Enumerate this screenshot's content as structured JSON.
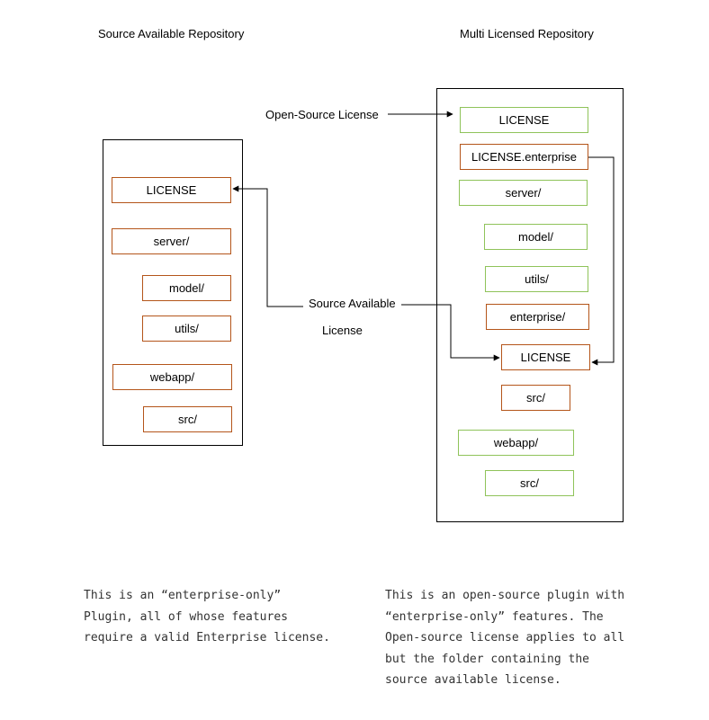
{
  "left": {
    "title": "Source Available Repository",
    "boxes": {
      "license": "LICENSE",
      "server": "server/",
      "model": "model/",
      "utils": "utils/",
      "webapp": "webapp/",
      "src": "src/"
    },
    "description": [
      "This is an “enterprise-only”",
      "Plugin, all of whose features",
      "require a valid Enterprise license."
    ]
  },
  "right": {
    "title": "Multi Licensed Repository",
    "boxes": {
      "license": "LICENSE",
      "license_enterprise": "LICENSE.enterprise",
      "server": "server/",
      "model": "model/",
      "utils": "utils/",
      "enterprise": "enterprise/",
      "enterprise_license": "LICENSE",
      "enterprise_src": "src/",
      "webapp": "webapp/",
      "src": "src/"
    },
    "description": [
      "This is an open-source plugin with",
      "“enterprise-only” features. The",
      "Open-source license applies to all",
      "but the folder containing the",
      "source available license."
    ]
  },
  "annotations": {
    "open_source_license": "Open-Source License",
    "source_available_line1": "Source Available",
    "source_available_line2": "License"
  },
  "colors": {
    "open_source_border": "#8fc35a",
    "source_available_border": "#b4551a",
    "arrow": "#000000"
  }
}
